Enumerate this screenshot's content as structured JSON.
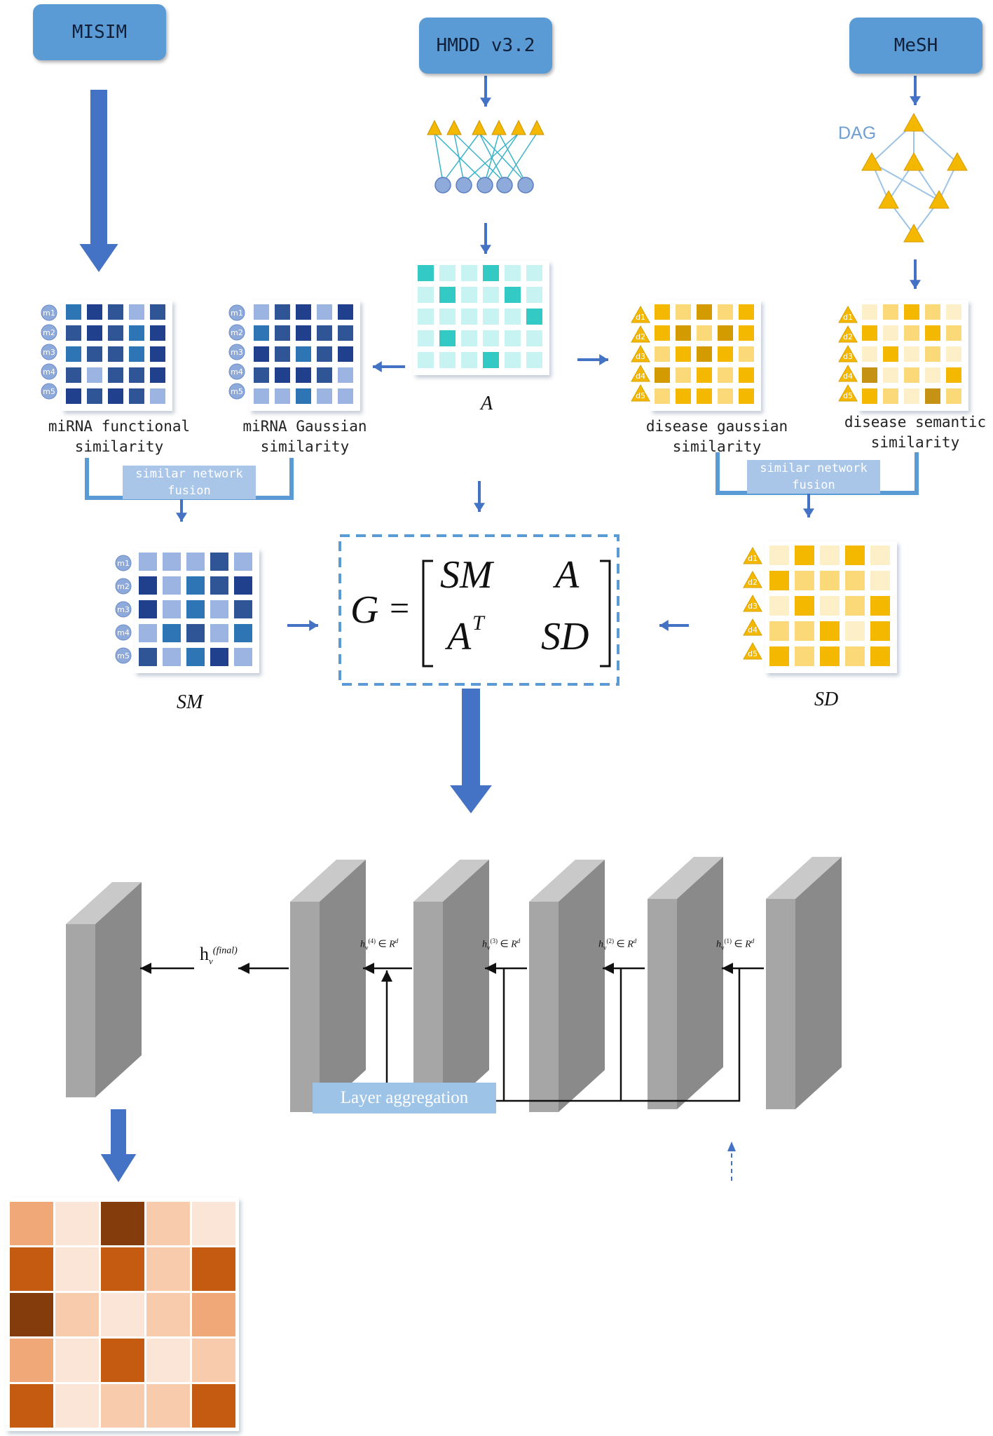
{
  "sources": {
    "misim": "MISIM",
    "hmdd": "HMDD v3.2",
    "mesh": "MeSH"
  },
  "dag_label": "DAG",
  "matrix_labels": {
    "mirna_functional": [
      "miRNA functional",
      "similarity"
    ],
    "mirna_gaussian": [
      "miRNA Gaussian",
      "similarity"
    ],
    "association": "A",
    "disease_gaussian": [
      "disease gaussian",
      "similarity"
    ],
    "disease_semantic": [
      "disease semantic",
      "similarity"
    ],
    "sm": "SM",
    "sd": "SD"
  },
  "fusion_label": [
    "similar network",
    "fusion"
  ],
  "mirna_row_labels": [
    "m1",
    "m2",
    "m3",
    "m4",
    "m5"
  ],
  "disease_row_labels": [
    "d1",
    "d2",
    "d3",
    "d4",
    "d5"
  ],
  "equation": {
    "lhs": "G",
    "eq": "=",
    "top_left": "SM",
    "top_right": "A",
    "bottom_left": "A",
    "bottom_left_sup": "T",
    "bottom_right": "SD"
  },
  "layer_aggregation": "Layer aggregation",
  "layer_labels": [
    {
      "h": "h",
      "sub": "v",
      "sup": "(4)",
      "space": "R",
      "dim": "d"
    },
    {
      "h": "h",
      "sub": "v",
      "sup": "(3)",
      "space": "R",
      "dim": "d"
    },
    {
      "h": "h",
      "sub": "v",
      "sup": "(2)",
      "space": "R",
      "dim": "d"
    },
    {
      "h": "h",
      "sub": "v",
      "sup": "(1)",
      "space": "R",
      "dim": "d"
    }
  ],
  "final_label": {
    "h": "h",
    "sub": "v",
    "sup": "(final)"
  },
  "colors": {
    "source_box": "#5b9bd5",
    "arrow": "#4472c4",
    "fusion": "#a9c6e8",
    "teal": "#33c9c4",
    "teal_light": "#c7f3f3",
    "gold": "#f5b800",
    "brown": "#c55a11"
  },
  "matrices": {
    "mirna_functional": [
      [
        2,
        4,
        3,
        1,
        3
      ],
      [
        3,
        4,
        3,
        2,
        4
      ],
      [
        2,
        3,
        3,
        2,
        4
      ],
      [
        3,
        1,
        3,
        3,
        4
      ],
      [
        4,
        3,
        4,
        3,
        1
      ]
    ],
    "mirna_gaussian": [
      [
        1,
        3,
        4,
        1,
        4
      ],
      [
        2,
        3,
        4,
        3,
        3
      ],
      [
        4,
        3,
        2,
        3,
        4
      ],
      [
        3,
        4,
        4,
        3,
        1
      ],
      [
        1,
        1,
        2,
        1,
        1
      ]
    ],
    "association": [
      [
        1,
        0,
        0,
        1,
        0,
        0
      ],
      [
        0,
        1,
        0,
        0,
        1,
        0
      ],
      [
        0,
        0,
        0,
        0,
        0,
        1
      ],
      [
        0,
        1,
        0,
        0,
        0,
        0
      ],
      [
        0,
        0,
        0,
        1,
        0,
        0
      ]
    ],
    "disease_gaussian": [
      [
        2,
        1,
        3,
        1,
        2
      ],
      [
        2,
        3,
        1,
        3,
        2
      ],
      [
        1,
        2,
        3,
        2,
        1
      ],
      [
        3,
        1,
        2,
        1,
        2
      ],
      [
        1,
        2,
        2,
        1,
        2
      ]
    ],
    "disease_semantic": [
      [
        0,
        1,
        2,
        1,
        0
      ],
      [
        2,
        0,
        1,
        2,
        1
      ],
      [
        0,
        2,
        0,
        1,
        0
      ],
      [
        3,
        0,
        1,
        0,
        2
      ],
      [
        2,
        1,
        0,
        3,
        1
      ]
    ],
    "sm": [
      [
        1,
        1,
        1,
        3,
        1
      ],
      [
        4,
        1,
        2,
        3,
        4
      ],
      [
        4,
        1,
        2,
        1,
        3
      ],
      [
        1,
        2,
        3,
        1,
        2
      ],
      [
        3,
        1,
        2,
        4,
        1
      ]
    ],
    "sd": [
      [
        0,
        2,
        0,
        2,
        0
      ],
      [
        2,
        1,
        1,
        1,
        0
      ],
      [
        0,
        2,
        0,
        1,
        2
      ],
      [
        1,
        1,
        2,
        0,
        2
      ],
      [
        2,
        1,
        2,
        1,
        2
      ]
    ],
    "result": [
      [
        2,
        0,
        4,
        1,
        0
      ],
      [
        3,
        0,
        3,
        1,
        3
      ],
      [
        4,
        1,
        0,
        1,
        2
      ],
      [
        2,
        0,
        3,
        0,
        1
      ],
      [
        3,
        0,
        1,
        1,
        3
      ]
    ]
  }
}
